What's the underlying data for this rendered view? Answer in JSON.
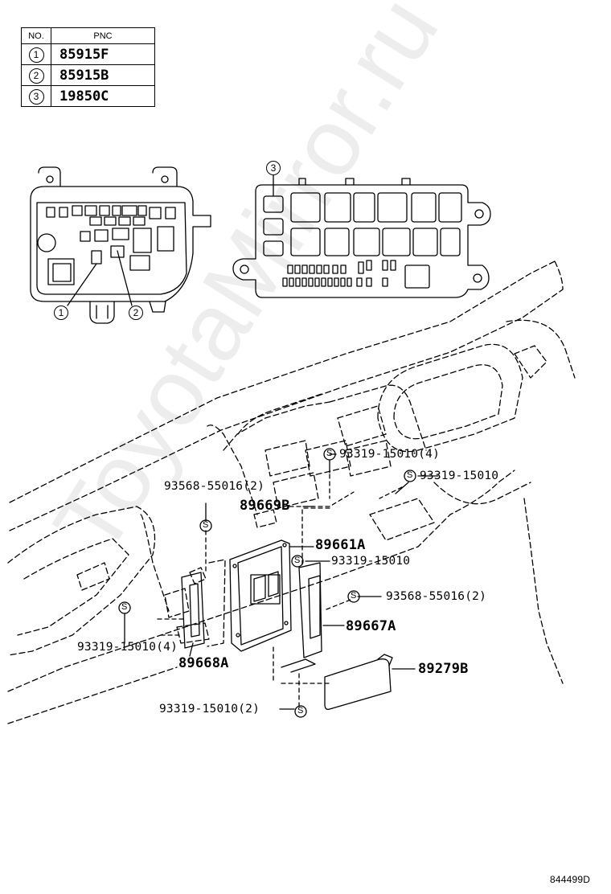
{
  "pnc_table": {
    "header_no": "NO.",
    "header_pnc": "PNC",
    "rows": [
      {
        "no": "1",
        "pnc": "85915F"
      },
      {
        "no": "2",
        "pnc": "85915B"
      },
      {
        "no": "3",
        "pnc": "19850C"
      }
    ]
  },
  "fuse_box_refs": {
    "ref1": "1",
    "ref2": "2",
    "ref3": "3"
  },
  "callouts": {
    "c_93319_15010_4_top": "93319-15010(4)",
    "c_93319_15010_right": "93319-15010",
    "c_93568_55016_2_left": "93568-55016(2)",
    "c_89669B": "89669B",
    "c_89661A": "89661A",
    "c_93319_15010_mid": "93319-15010",
    "c_93568_55016_2_right": "93568-55016(2)",
    "c_89667A": "89667A",
    "c_93319_15010_4_left": "93319-15010(4)",
    "c_89668A": "89668A",
    "c_89279B": "89279B",
    "c_93319_15010_2_bottom": "93319-15010(2)"
  },
  "screw_symbol": "S",
  "figure_code": "844499D",
  "watermark": "ToyotaMirror.ru"
}
